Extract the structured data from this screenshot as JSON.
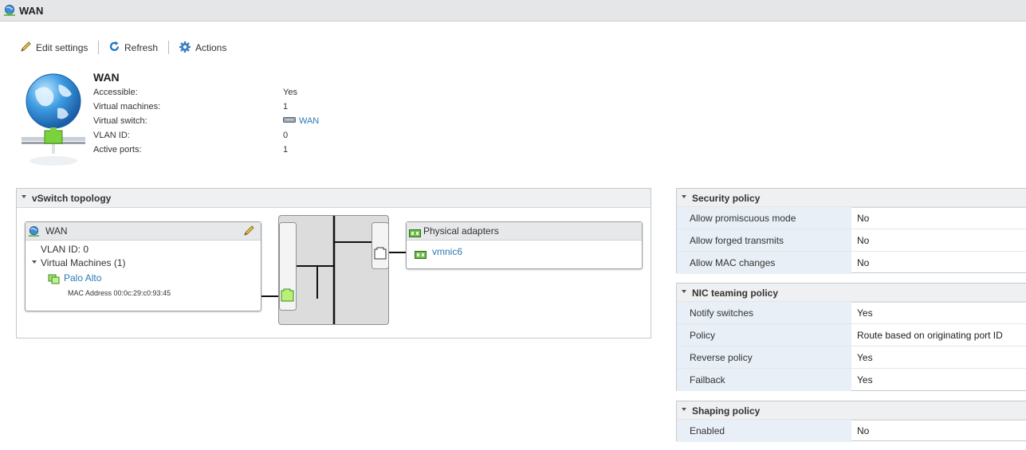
{
  "window": {
    "title": "WAN",
    "icon": "network-globe-icon"
  },
  "toolbar": {
    "edit_label": "Edit settings",
    "refresh_label": "Refresh",
    "actions_label": "Actions"
  },
  "summary": {
    "name": "WAN",
    "rows": [
      {
        "label": "Accessible:",
        "value": "Yes"
      },
      {
        "label": "Virtual machines:",
        "value": "1"
      },
      {
        "label": "Virtual switch:",
        "value": "WAN"
      },
      {
        "label": "VLAN ID:",
        "value": "0"
      },
      {
        "label": "Active ports:",
        "value": "1"
      }
    ]
  },
  "topology": {
    "title": "vSwitch topology",
    "portgroup": {
      "name": "WAN",
      "vlan": "VLAN ID: 0",
      "vms_label": "Virtual Machines (1)",
      "vm_name": "Palo Alto",
      "mac": "MAC Address 00:0c:29:c0:93:45"
    },
    "physical": {
      "title": "Physical adapters",
      "nic": "vmnic6"
    }
  },
  "security_policy": {
    "title": "Security policy",
    "rows": [
      {
        "label": "Allow promiscuous mode",
        "value": "No"
      },
      {
        "label": "Allow forged transmits",
        "value": "No"
      },
      {
        "label": "Allow MAC changes",
        "value": "No"
      }
    ]
  },
  "nic_teaming_policy": {
    "title": "NIC teaming policy",
    "rows": [
      {
        "label": "Notify switches",
        "value": "Yes"
      },
      {
        "label": "Policy",
        "value": "Route based on originating port ID"
      },
      {
        "label": "Reverse policy",
        "value": "Yes"
      },
      {
        "label": "Failback",
        "value": "Yes"
      }
    ]
  },
  "shaping_policy": {
    "title": "Shaping policy",
    "rows": [
      {
        "label": "Enabled",
        "value": "No"
      }
    ]
  },
  "colors": {
    "link": "#2a7ab8",
    "nic_green": "#9be26a",
    "panel_key_bg": "#e8eff6"
  }
}
